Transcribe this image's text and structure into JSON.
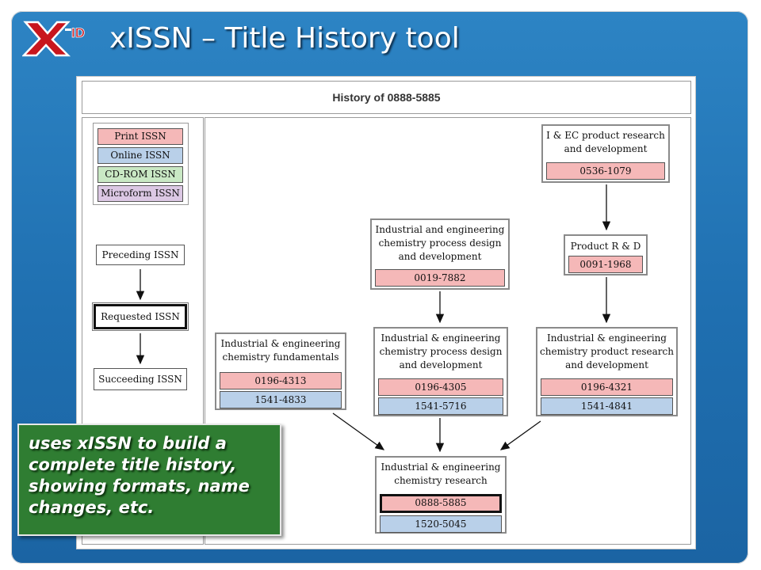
{
  "app": {
    "title": "xISSN – Title History tool",
    "logo_text": "X-ID"
  },
  "history": {
    "header": "History of 0888-5885"
  },
  "legend": {
    "items": [
      {
        "label": "Print ISSN",
        "color": "#f5b8b8"
      },
      {
        "label": "Online ISSN",
        "color": "#b9d0e9"
      },
      {
        "label": "CD-ROM ISSN",
        "color": "#c9e8c4"
      },
      {
        "label": "Microform ISSN",
        "color": "#dcc8e4"
      }
    ]
  },
  "key": {
    "preceding": "Preceding ISSN",
    "requested": "Requested ISSN",
    "succeeding": "Succeeding ISSN"
  },
  "nodes": {
    "iec": {
      "title": "I & EC product research and development",
      "print": "0536-1079"
    },
    "prd": {
      "title": "Product R & D",
      "print": "0091-1968"
    },
    "iecpdd_old": {
      "title": "Industrial and engineering chemistry process design and development",
      "print": "0019-7882"
    },
    "fund": {
      "title": "Industrial & engineering chemistry fundamentals",
      "print": "0196-4313",
      "online": "1541-4833"
    },
    "pdd": {
      "title": "Industrial & engineering chemistry process design and development",
      "print": "0196-4305",
      "online": "1541-5716"
    },
    "prdd": {
      "title": "Industrial & engineering chemistry product research and development",
      "print": "0196-4321",
      "online": "1541-4841"
    },
    "research": {
      "title": "Industrial & engineering chemistry research",
      "print": "0888-5885",
      "online": "1520-5045"
    }
  },
  "callout": {
    "text": "uses xISSN  to build a complete title history, showing formats, name changes, etc."
  }
}
